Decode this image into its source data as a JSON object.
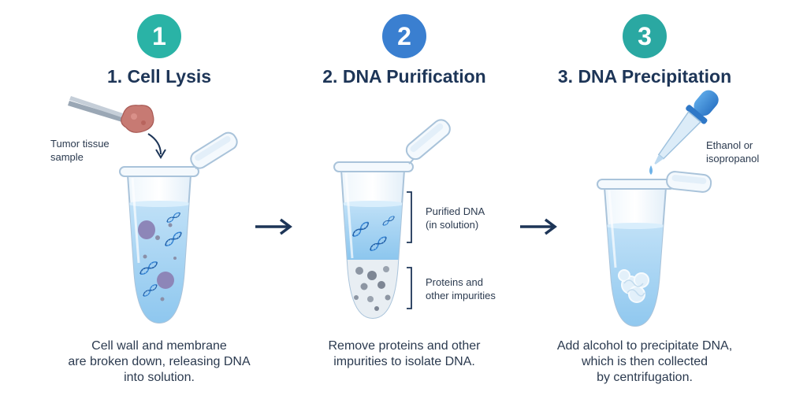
{
  "colors": {
    "step1": "#2ab3a6",
    "step2": "#3a7fd0",
    "step3": "#2aa8a2",
    "heading": "#1d3557",
    "arrow": "#1d3557"
  },
  "steps": [
    {
      "number": "1",
      "title": "1. Cell Lysis",
      "caption": "Cell wall and membrane\nare broken down, releasing DNA\ninto solution.",
      "note": "Tumor tissue\nsample"
    },
    {
      "number": "2",
      "title": "2. DNA Purification",
      "caption": "Remove proteins and other\nimpurities to isolate DNA.",
      "labels": [
        "Purified DNA\n(in solution)",
        "Proteins and\nother impurities"
      ]
    },
    {
      "number": "3",
      "title": "3. DNA Precipitation",
      "caption": "Add alcohol to precipitate DNA,\nwhich is then collected\nby centrifugation.",
      "note": "Ethanol or\nisopropanol"
    }
  ],
  "icons": {
    "flow_arrow": "right-arrow-icon",
    "tweezers": "tweezers-icon",
    "dropper": "dropper-icon",
    "dna": "dna-helix-icon"
  }
}
